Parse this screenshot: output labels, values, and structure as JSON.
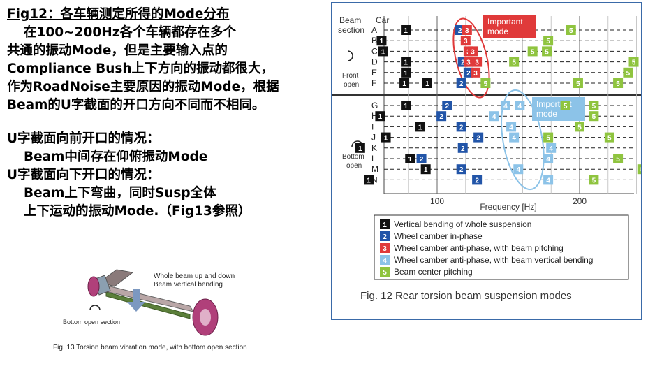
{
  "left": {
    "title": "Fig12：各车辆测定所得的Mode分布",
    "lines": [
      "在100~200Hz各个车辆都存在多个",
      "共通的振动Mode，但是主要输入点的",
      "Compliance Bush上下方向的振动都很大，",
      "作为RoadNoise主要原因的振动Mode，根据",
      "Beam的U字截面的开口方向不同而不相同。"
    ],
    "lines2": [
      "U字截面向前开口的情况：",
      "Beam中间存在仰俯振动Mode",
      "U字截面向下开口的情况：",
      "Beam上下弯曲，同时Susp全体",
      "上下运动的振动Mode.（Fig13参照）"
    ]
  },
  "fig13": {
    "label_top": "Whole beam up and down\nBeam vertical bending",
    "label_left": "Bottom open section",
    "caption": "Fig. 13   Torsion beam vibration mode, with bottom open section"
  },
  "chart_data": {
    "type": "scatter",
    "title": "Fig. 12    Rear torsion beam suspension modes",
    "xlabel": "Frequency [Hz]",
    "ylabel_beam": "Beam section",
    "ylabel_car": "Car",
    "x_ticks": [
      100,
      200
    ],
    "xlim": [
      40,
      250
    ],
    "group_front_label": "Front open",
    "group_bottom_label": "Bottom open",
    "annotation_red": "Important mode",
    "annotation_blue": "Important mode",
    "cars_front": [
      "A",
      "B",
      "C",
      "D",
      "E",
      "F"
    ],
    "cars_bottom": [
      "G",
      "H",
      "I",
      "J",
      "K",
      "L",
      "M",
      "N"
    ],
    "legend": [
      {
        "id": "1",
        "label": "Vertical bending of whole suspension",
        "color": "#111111"
      },
      {
        "id": "2",
        "label": "Wheel camber in-phase",
        "color": "#2255a8"
      },
      {
        "id": "3",
        "label": "Wheel camber anti-phase, with beam pitching",
        "color": "#e03a3a"
      },
      {
        "id": "4",
        "label": "Wheel camber anti-phase, with beam vertical bending",
        "color": "#8cc3e8"
      },
      {
        "id": "5",
        "label": "Beam center pitching",
        "color": "#8fc43f"
      }
    ],
    "points": [
      {
        "car": "A",
        "x": 78,
        "mode": "1"
      },
      {
        "car": "A",
        "x": 116,
        "mode": "2"
      },
      {
        "car": "A",
        "x": 121,
        "mode": "3"
      },
      {
        "car": "A",
        "x": 194,
        "mode": "5"
      },
      {
        "car": "B",
        "x": 61,
        "mode": "1"
      },
      {
        "car": "B",
        "x": 120,
        "mode": "3"
      },
      {
        "car": "B",
        "x": 178,
        "mode": "5"
      },
      {
        "car": "C",
        "x": 62,
        "mode": "1"
      },
      {
        "car": "C",
        "x": 122,
        "mode": "3"
      },
      {
        "car": "C",
        "x": 125,
        "mode": "3"
      },
      {
        "car": "C",
        "x": 167,
        "mode": "5"
      },
      {
        "car": "C",
        "x": 177,
        "mode": "5"
      },
      {
        "car": "D",
        "x": 78,
        "mode": "1"
      },
      {
        "car": "D",
        "x": 118,
        "mode": "2"
      },
      {
        "car": "D",
        "x": 122,
        "mode": "3"
      },
      {
        "car": "D",
        "x": 128,
        "mode": "3"
      },
      {
        "car": "D",
        "x": 154,
        "mode": "5"
      },
      {
        "car": "D",
        "x": 238,
        "mode": "5"
      },
      {
        "car": "E",
        "x": 78,
        "mode": "1"
      },
      {
        "car": "E",
        "x": 122,
        "mode": "2"
      },
      {
        "car": "E",
        "x": 127,
        "mode": "3"
      },
      {
        "car": "E",
        "x": 234,
        "mode": "5"
      },
      {
        "car": "F",
        "x": 77,
        "mode": "1"
      },
      {
        "car": "F",
        "x": 93,
        "mode": "1"
      },
      {
        "car": "F",
        "x": 117,
        "mode": "2"
      },
      {
        "car": "F",
        "x": 134,
        "mode": "5"
      },
      {
        "car": "F",
        "x": 199,
        "mode": "5"
      },
      {
        "car": "F",
        "x": 227,
        "mode": "5"
      },
      {
        "car": "G",
        "x": 78,
        "mode": "1"
      },
      {
        "car": "G",
        "x": 107,
        "mode": "2"
      },
      {
        "car": "G",
        "x": 148,
        "mode": "4"
      },
      {
        "car": "G",
        "x": 158,
        "mode": "4"
      },
      {
        "car": "G",
        "x": 190,
        "mode": "5"
      },
      {
        "car": "G",
        "x": 210,
        "mode": "5"
      },
      {
        "car": "H",
        "x": 60,
        "mode": "1"
      },
      {
        "car": "H",
        "x": 103,
        "mode": "2"
      },
      {
        "car": "H",
        "x": 140,
        "mode": "4"
      },
      {
        "car": "H",
        "x": 210,
        "mode": "5"
      },
      {
        "car": "I",
        "x": 88,
        "mode": "1"
      },
      {
        "car": "I",
        "x": 117,
        "mode": "2"
      },
      {
        "car": "I",
        "x": 152,
        "mode": "4"
      },
      {
        "car": "I",
        "x": 200,
        "mode": "5"
      },
      {
        "car": "J",
        "x": 64,
        "mode": "1"
      },
      {
        "car": "J",
        "x": 129,
        "mode": "2"
      },
      {
        "car": "J",
        "x": 154,
        "mode": "4"
      },
      {
        "car": "J",
        "x": 178,
        "mode": "5"
      },
      {
        "car": "J",
        "x": 221,
        "mode": "5"
      },
      {
        "car": "K",
        "x": 46,
        "mode": "1"
      },
      {
        "car": "K",
        "x": 118,
        "mode": "2"
      },
      {
        "car": "K",
        "x": 180,
        "mode": "4"
      },
      {
        "car": "L",
        "x": 81,
        "mode": "1"
      },
      {
        "car": "L",
        "x": 89,
        "mode": "2"
      },
      {
        "car": "L",
        "x": 178,
        "mode": "4"
      },
      {
        "car": "L",
        "x": 227,
        "mode": "5"
      },
      {
        "car": "M",
        "x": 92,
        "mode": "1"
      },
      {
        "car": "M",
        "x": 117,
        "mode": "2"
      },
      {
        "car": "M",
        "x": 157,
        "mode": "4"
      },
      {
        "car": "M",
        "x": 244,
        "mode": "5"
      },
      {
        "car": "N",
        "x": 52,
        "mode": "1"
      },
      {
        "car": "N",
        "x": 128,
        "mode": "2"
      },
      {
        "car": "N",
        "x": 178,
        "mode": "4"
      },
      {
        "car": "N",
        "x": 210,
        "mode": "5"
      }
    ]
  }
}
